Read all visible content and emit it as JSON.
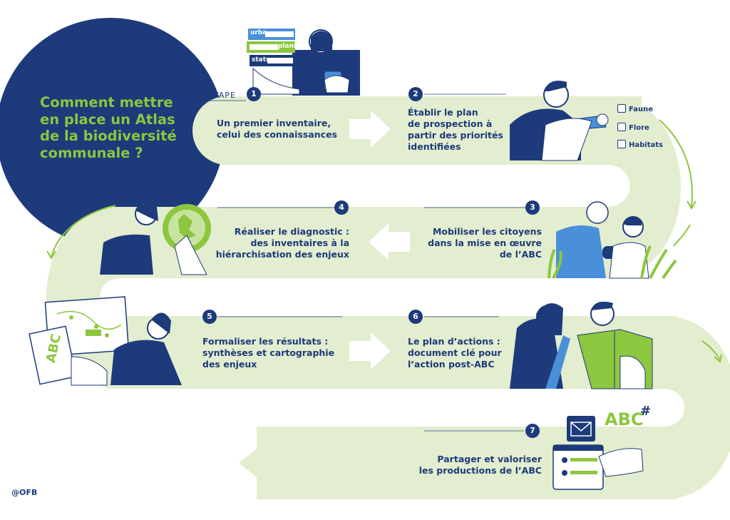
{
  "title_lines": [
    "Comment mettre",
    "en place un Atlas",
    "de la biodiversité",
    "communale ?"
  ],
  "etape_label": "ÉTAPE",
  "steps": [
    {
      "number": "1",
      "lines": [
        "Un premier inventaire,",
        "celui des connaissances"
      ]
    },
    {
      "number": "2",
      "lines": [
        "Établir le plan",
        "de prospection à",
        "partir des priorités",
        "identifiées"
      ]
    },
    {
      "number": "3",
      "lines": [
        "Mobiliser les citoyens",
        "dans la mise en œuvre",
        "de l’ABC"
      ]
    },
    {
      "number": "4",
      "lines": [
        "Réaliser le diagnostic :",
        "des inventaires à la",
        "hiérarchisation des enjeux"
      ]
    },
    {
      "number": "5",
      "lines": [
        "Formaliser les résultats :",
        "synthèses et cartographie",
        "des enjeux"
      ]
    },
    {
      "number": "6",
      "lines": [
        "Le plan d’actions :",
        "document clé pour",
        "l’action post-ABC"
      ]
    },
    {
      "number": "7",
      "lines": [
        "Partager et valoriser",
        "les productions de l’ABC"
      ]
    }
  ],
  "checklist": [
    "Faune",
    "Flore",
    "Habitats"
  ],
  "book_labels": [
    "urba",
    "planif",
    "stats"
  ],
  "illustration_labels": {
    "abc_notebook": "ABC",
    "abc_letters": "ABC",
    "hash": "#"
  },
  "credit": "@OFB",
  "colors": {
    "navy": "#1d3a7a",
    "green": "#8dc63f",
    "pale_green": "#e3edcf",
    "blue": "#4a90d9"
  }
}
